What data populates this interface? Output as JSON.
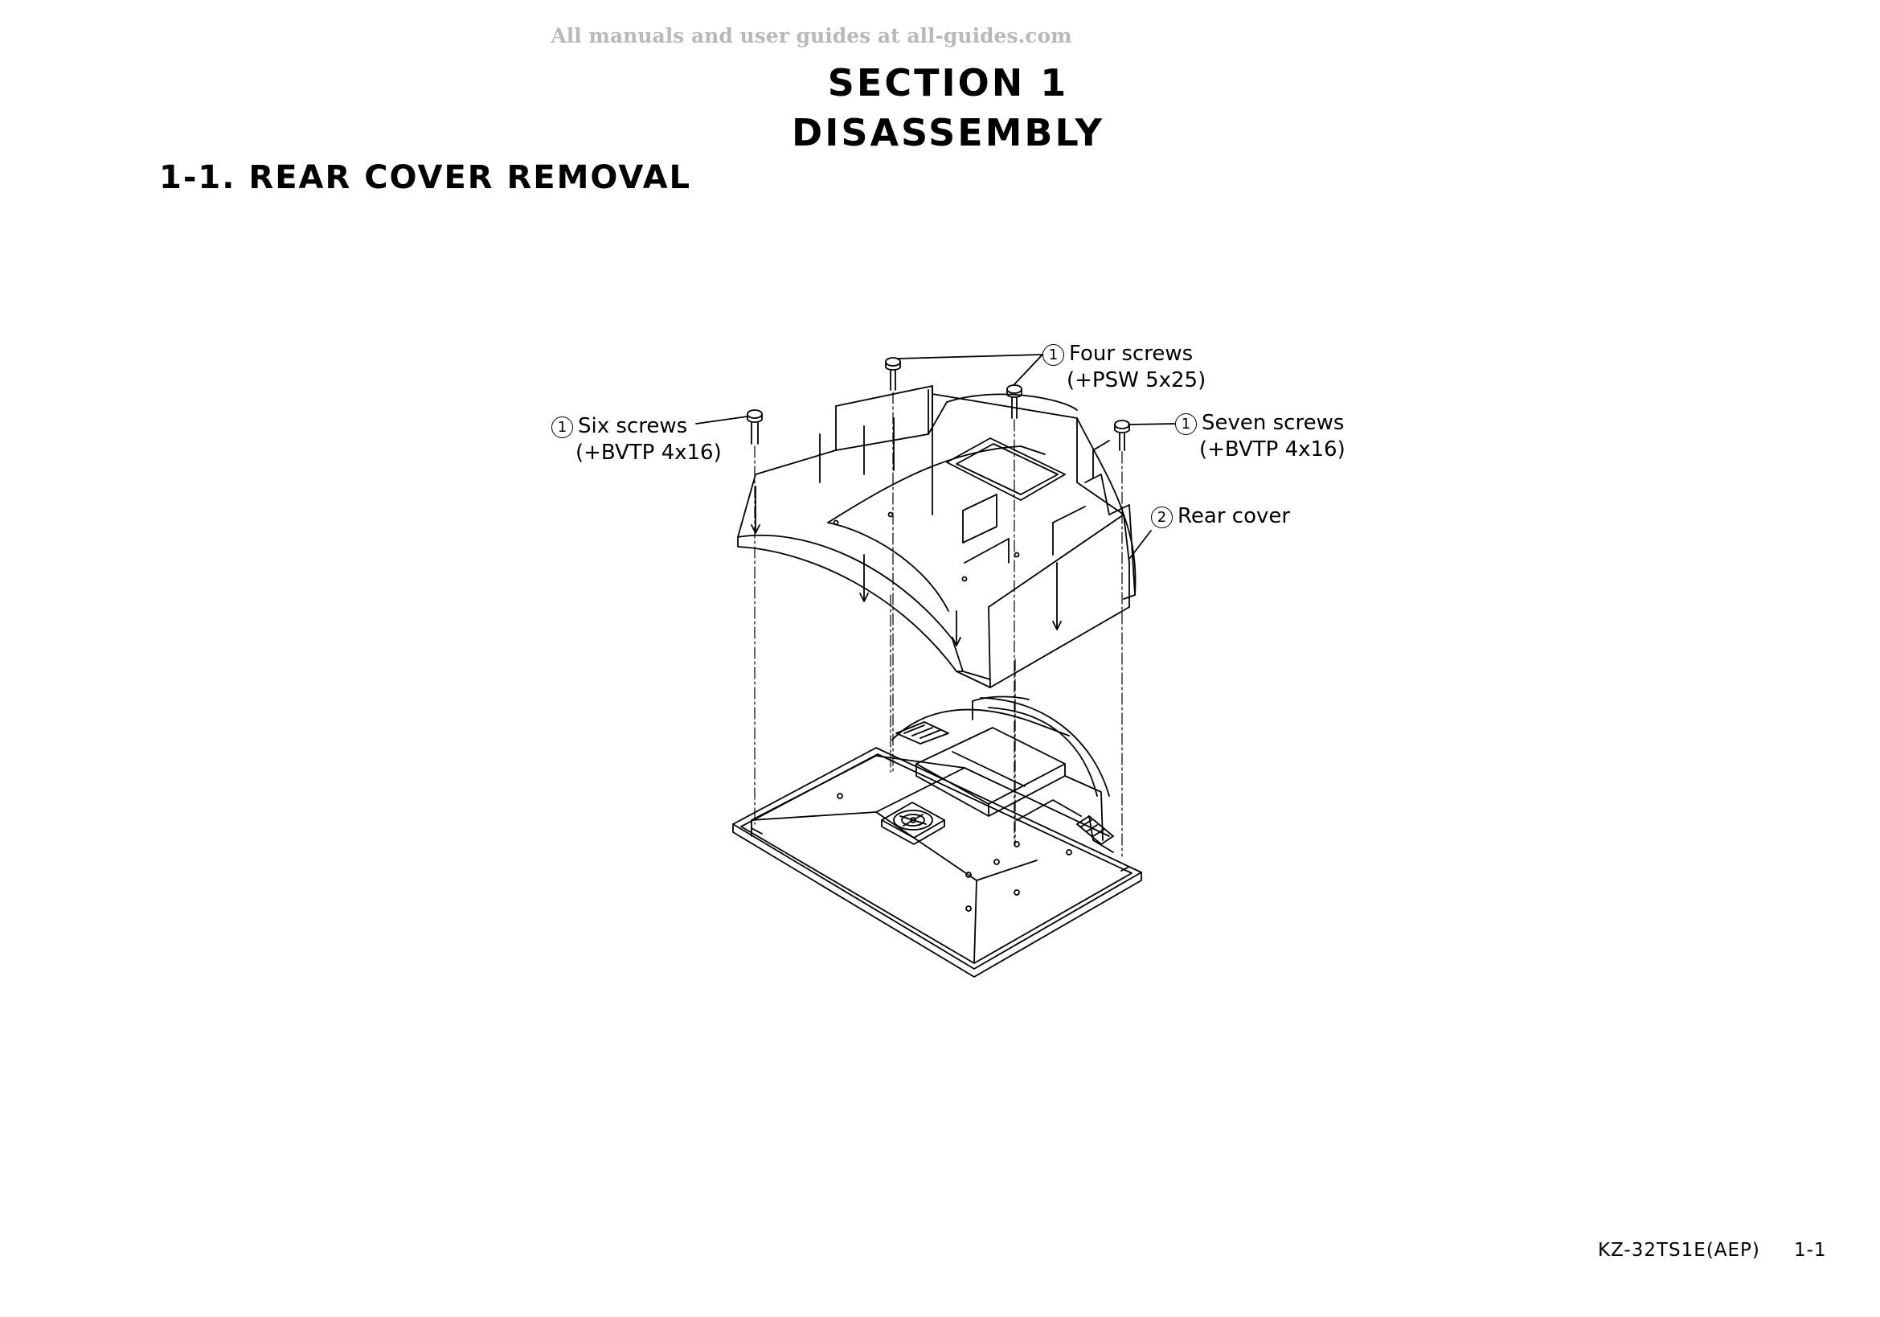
{
  "watermark": "All manuals and user guides at all-guides.com",
  "section": {
    "title_line1": "SECTION 1",
    "title_line2": "DISASSEMBLY"
  },
  "subsection": {
    "title": "1-1. REAR COVER REMOVAL"
  },
  "callouts": {
    "four_screws": {
      "step": "1",
      "label": "Four screws",
      "spec": "(+PSW 5x25)"
    },
    "six_screws": {
      "step": "1",
      "label": "Six screws",
      "spec": "(+BVTP 4x16)"
    },
    "seven_screws": {
      "step": "1",
      "label": "Seven screws",
      "spec": "(+BVTP 4x16)"
    },
    "rear_cover": {
      "step": "2",
      "label": "Rear cover"
    }
  },
  "footer": {
    "model": "KZ-32TS1E(AEP)",
    "page": "1-1"
  }
}
